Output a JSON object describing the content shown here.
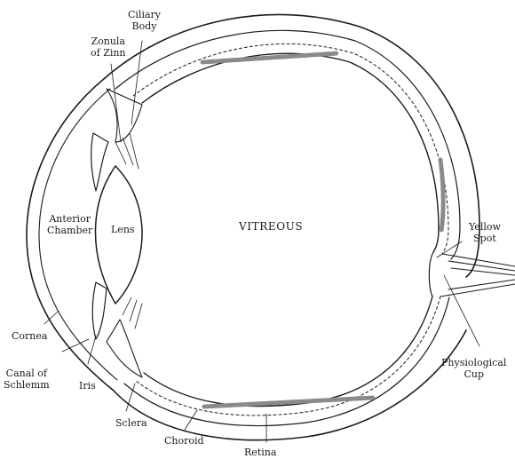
{
  "labels": {
    "ciliary_body_1": "Ciliary",
    "ciliary_body_2": "Body",
    "zonula_1": "Zonula",
    "zonula_2": "of Zinn",
    "anterior_1": "Anterior",
    "anterior_2": "Chamber",
    "lens": "Lens",
    "vitreous": "VITREOUS",
    "yellow_1": "Yellow",
    "yellow_2": "Spot",
    "cornea": "Cornea",
    "canal_1": "Canal of",
    "canal_2": "Schlemm",
    "iris": "Iris",
    "sclera": "Sclera",
    "choroid": "Choroid",
    "retina": "Retina",
    "physio_1": "Physiological",
    "physio_2": "Cup"
  },
  "colors": {
    "ink": "#1b1b1b",
    "paper": "#ffffff",
    "shade": "#8a8a8a"
  }
}
